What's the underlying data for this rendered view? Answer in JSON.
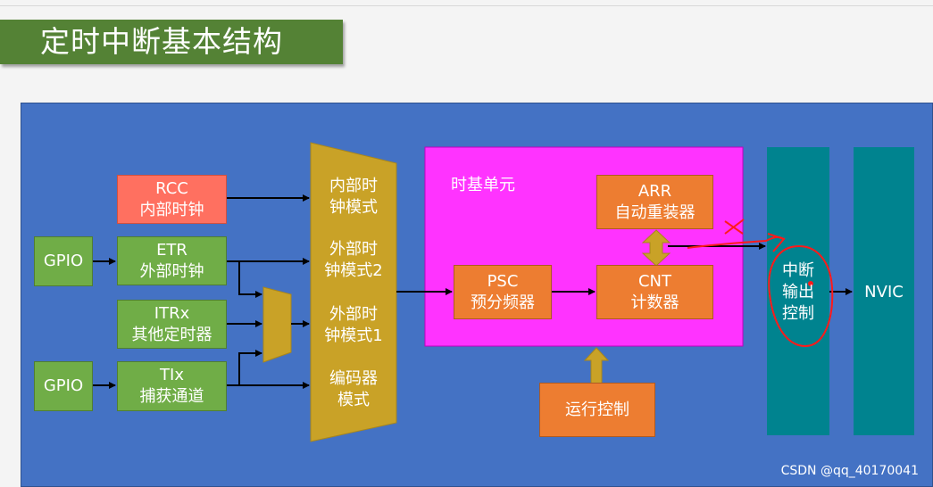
{
  "title": "定时中断基本结构",
  "sources": {
    "rcc": [
      "RCC",
      "内部时钟"
    ],
    "gpio_top": "GPIO",
    "etr": [
      "ETR",
      "外部时钟"
    ],
    "itrx": [
      "ITRx",
      "其他定时器"
    ],
    "gpio_bottom": "GPIO",
    "tix": [
      "TIx",
      "捕获通道"
    ]
  },
  "clock_modes": [
    [
      "内部时",
      "钟模式"
    ],
    [
      "外部时",
      "钟模式2"
    ],
    [
      "外部时",
      "钟模式1"
    ],
    [
      "编码器",
      "模式"
    ]
  ],
  "time_base": {
    "label": "时基单元",
    "arr": [
      "ARR",
      "自动重装器"
    ],
    "psc": [
      "PSC",
      "预分频器"
    ],
    "cnt": [
      "CNT",
      "计数器"
    ]
  },
  "run_control": "运行控制",
  "interrupt_output": [
    "中断",
    "输出",
    "控制"
  ],
  "nvic": "NVIC",
  "watermark": "CSDN @qq_40170041",
  "colors": {
    "canvas": "#4472c4",
    "green": "#70ad47",
    "orange": "#ed7d31",
    "gold": "#c9a227",
    "magenta": "#ff33ff",
    "teal": "#00838f",
    "red_annotation": "#ff1a1a"
  }
}
